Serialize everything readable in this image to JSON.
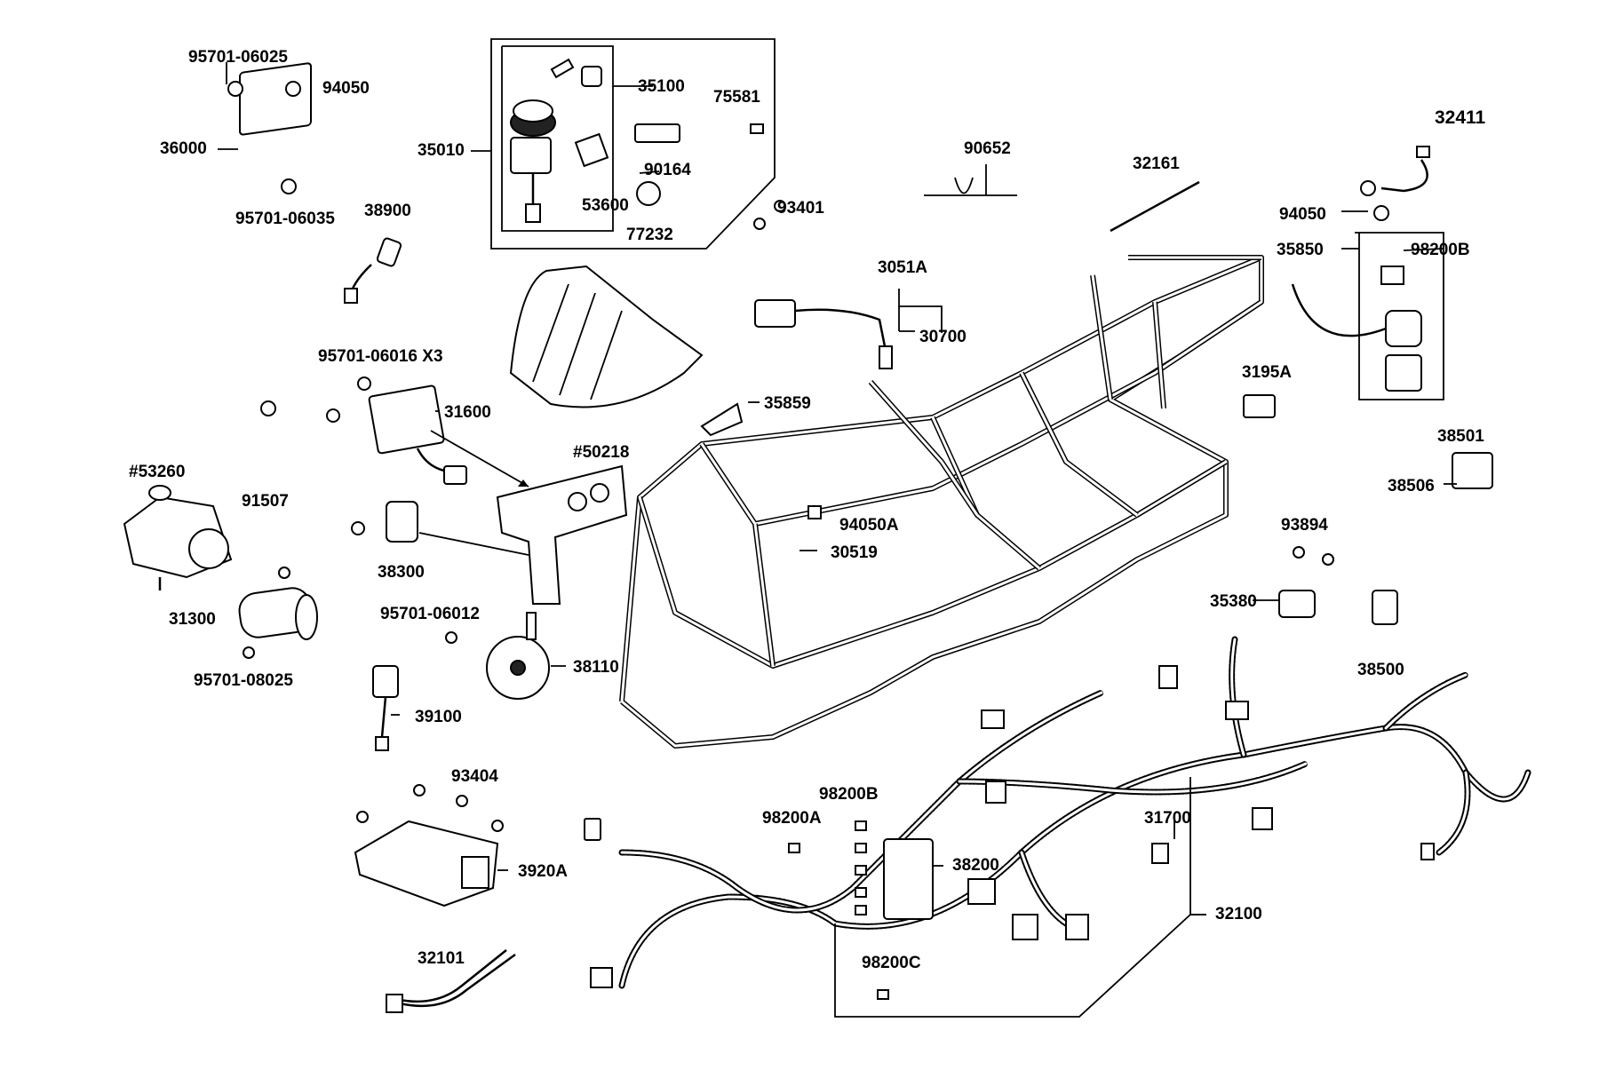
{
  "labels": {
    "p95701_06025": "95701-06025",
    "p94050_top": "94050",
    "p36000": "36000",
    "p95701_06035": "95701-06035",
    "p38900": "38900",
    "p35010": "35010",
    "p35100": "35100",
    "p75581": "75581",
    "p90164": "90164",
    "p53600": "53600",
    "p77232": "77232",
    "p93401": "93401",
    "p90652": "90652",
    "p32161": "32161",
    "p32411": "32411",
    "p94050_right": "94050",
    "p35850": "35850",
    "p98200B_top": "98200B",
    "p3051A": "3051A",
    "p30700": "30700",
    "p3195A": "3195A",
    "p95701_06016": "95701-06016 X3",
    "p31600": "31600",
    "p35859": "35859",
    "p38501": "38501",
    "p38506": "38506",
    "p53260": "#53260",
    "p91507": "91507",
    "p50218": "#50218",
    "p94050A": "94050A",
    "p30519": "30519",
    "p93894": "93894",
    "p38300": "38300",
    "p35380": "35380",
    "p31300": "31300",
    "p95701_06012": "95701-06012",
    "p38500": "38500",
    "p38110": "38110",
    "p95701_08025": "95701-08025",
    "p39100": "39100",
    "p93404": "93404",
    "p98200B_mid": "98200B",
    "p98200A": "98200A",
    "p31700": "31700",
    "p38200": "38200",
    "p3920A": "3920A",
    "p32100": "32100",
    "p32101": "32101",
    "p98200C": "98200C"
  }
}
